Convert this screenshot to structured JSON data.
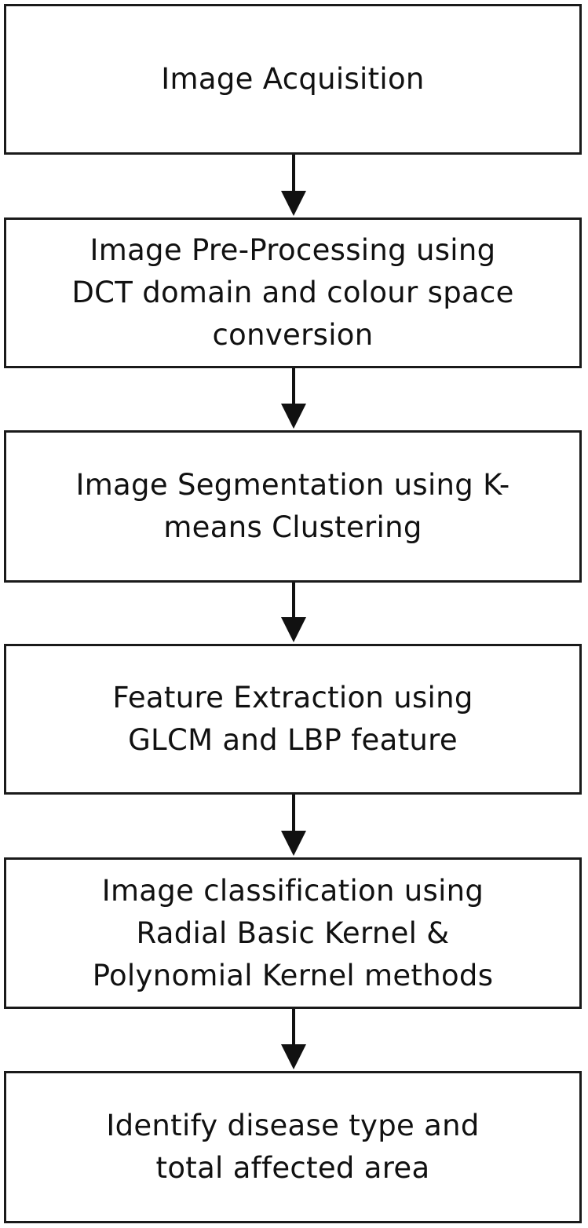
{
  "flowchart": {
    "steps": [
      {
        "label": "Image Acquisition"
      },
      {
        "label": "Image Pre-Processing using\nDCT domain and colour space\nconversion"
      },
      {
        "label": "Image Segmentation using K-\nmeans Clustering"
      },
      {
        "label": "Feature Extraction using\nGLCM and LBP feature"
      },
      {
        "label": "Image classification using\nRadial Basic Kernel &\nPolynomial Kernel methods"
      },
      {
        "label": "Identify disease type and\ntotal affected area"
      }
    ]
  }
}
